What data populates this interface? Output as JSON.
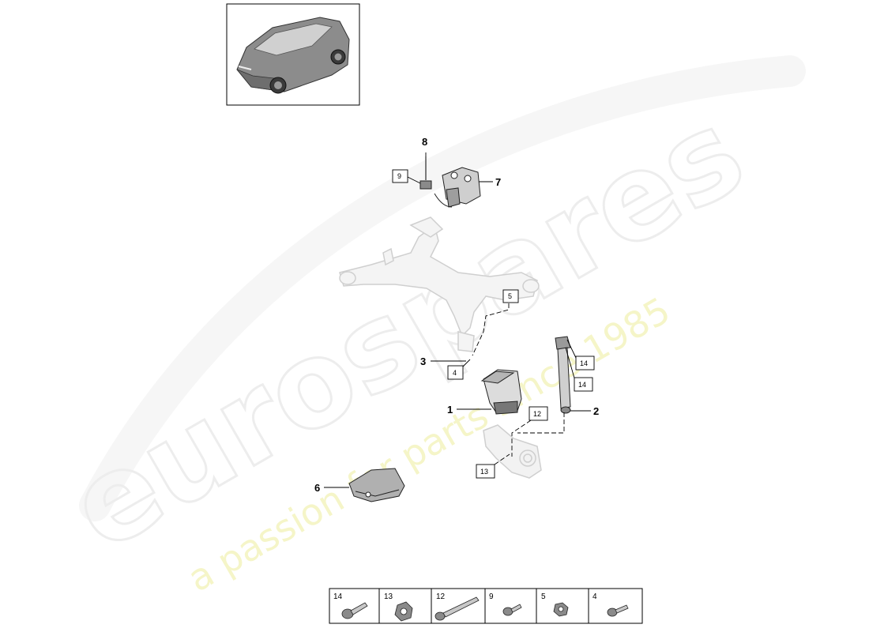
{
  "watermark": {
    "brand": "eurospares",
    "tagline": "a passion for parts since 1985"
  },
  "callouts": [
    {
      "id": "1",
      "boxed": false
    },
    {
      "id": "2",
      "boxed": false
    },
    {
      "id": "3",
      "boxed": false
    },
    {
      "id": "4",
      "boxed": true
    },
    {
      "id": "5",
      "boxed": true
    },
    {
      "id": "6",
      "boxed": false
    },
    {
      "id": "7",
      "boxed": false
    },
    {
      "id": "8",
      "boxed": false
    },
    {
      "id": "9",
      "boxed": true
    },
    {
      "id": "12",
      "boxed": true
    },
    {
      "id": "13",
      "boxed": true
    },
    {
      "id": "14",
      "boxed": true
    },
    {
      "id": "14",
      "boxed": true
    }
  ],
  "hardware_table": [
    "14",
    "13",
    "12",
    "9",
    "5",
    "4"
  ]
}
